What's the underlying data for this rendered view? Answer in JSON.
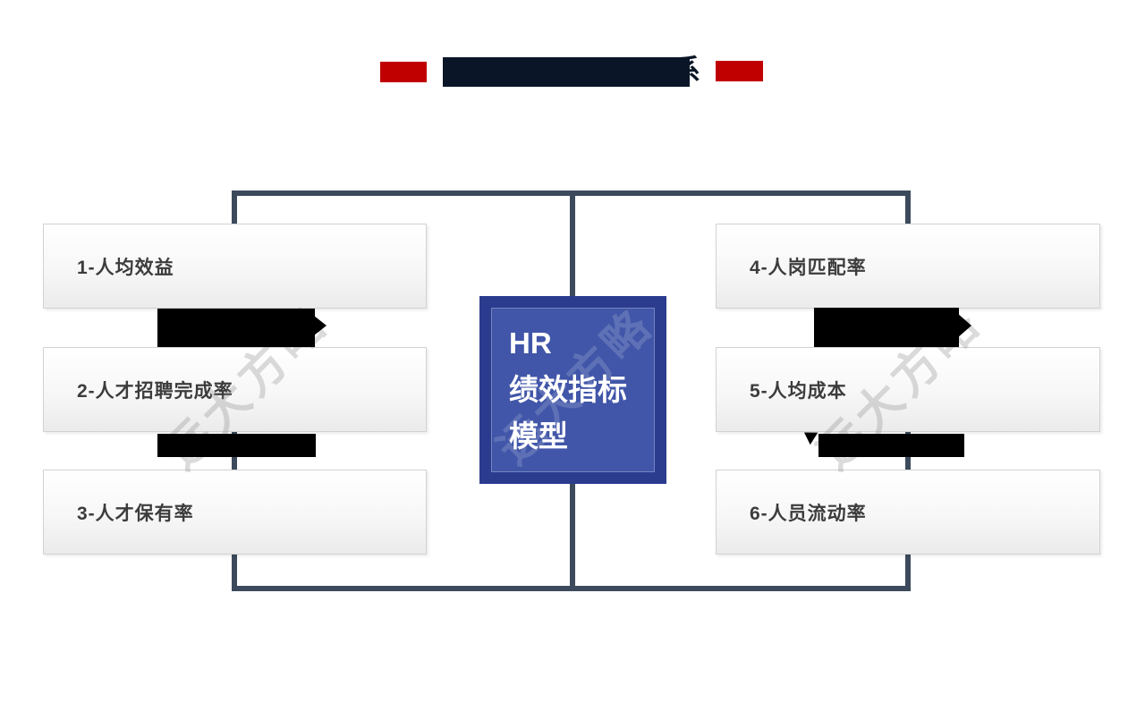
{
  "colors": {
    "accent_red": "#c00000",
    "ink_navy": "#0a1628",
    "line_slate": "#3c4a5c",
    "box_outer_blue": "#2b3b8e",
    "box_inner_blue": "#4156a8",
    "label_gray": "#3c3c3c"
  },
  "title": {
    "visible_suffix": "系",
    "redacted": true
  },
  "center_box": {
    "lines": [
      "HR",
      "绩效指标",
      "模型"
    ]
  },
  "left_items": [
    {
      "label": "1-人均效益"
    },
    {
      "label": "2-人才招聘完成率"
    },
    {
      "label": "3-人才保有率"
    }
  ],
  "right_items": [
    {
      "label": "4-人岗匹配率"
    },
    {
      "label": "5-人均成本"
    },
    {
      "label": "6-人员流动率"
    }
  ],
  "watermark": {
    "text": "远大方略"
  }
}
